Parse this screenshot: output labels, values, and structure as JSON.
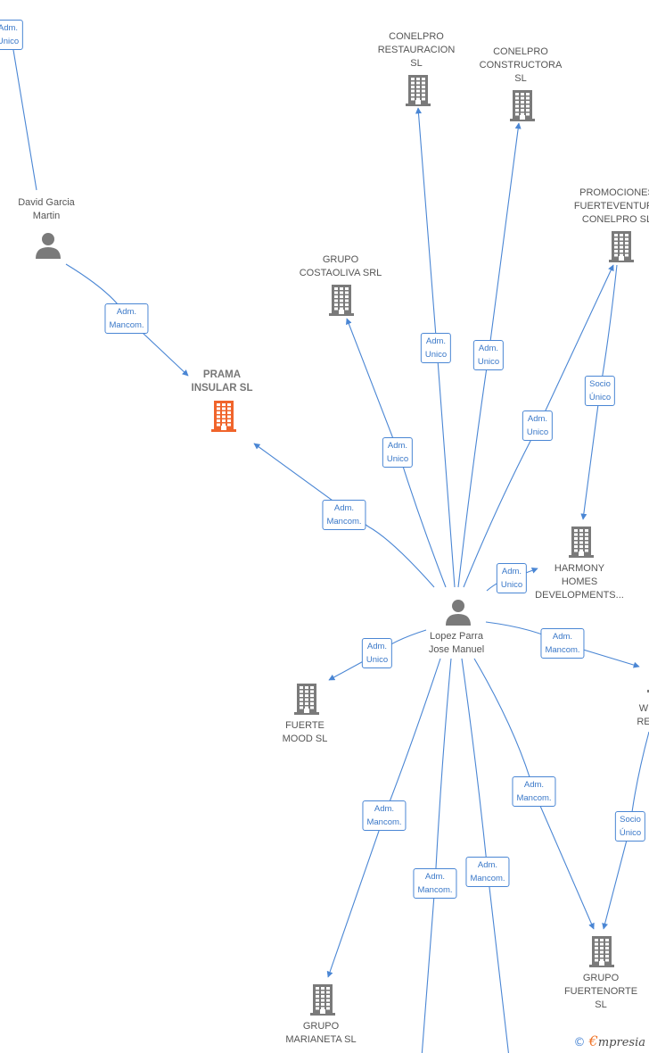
{
  "colors": {
    "edge": "#4a86d4",
    "company": "#7a7a7a",
    "focus": "#f0642b",
    "person": "#7a7a7a",
    "text": "#555555"
  },
  "nodes": [
    {
      "id": "prama",
      "type": "company",
      "highlight": true,
      "label": [
        "PRAMA",
        "INSULAR  SL"
      ]
    },
    {
      "id": "david",
      "type": "person",
      "label": [
        "David Garcia",
        "Martin"
      ]
    },
    {
      "id": "lopez",
      "type": "person",
      "label": [
        "Lopez Parra",
        "Jose Manuel"
      ]
    },
    {
      "id": "restauracion",
      "type": "company",
      "label": [
        "CONELPRO",
        "RESTAURACION",
        "SL"
      ]
    },
    {
      "id": "constructora",
      "type": "company",
      "label": [
        "CONELPRO",
        "CONSTRUCTORA",
        "SL"
      ]
    },
    {
      "id": "promociones",
      "type": "company",
      "label": [
        "PROMOCIONES",
        "FUERTEVENTURA",
        "CONELPRO  SL"
      ]
    },
    {
      "id": "costaoliva",
      "type": "company",
      "label": [
        "GRUPO",
        "COSTAOLIVA SRL"
      ]
    },
    {
      "id": "harmony",
      "type": "company",
      "label": [
        "HARMONY",
        "HOMES",
        "DEVELOPMENTS..."
      ]
    },
    {
      "id": "fuertemood",
      "type": "company",
      "label": [
        "FUERTE",
        "MOOD  SL"
      ]
    },
    {
      "id": "wre",
      "type": "company",
      "label": [
        "W",
        "RE"
      ]
    },
    {
      "id": "fuertenorte",
      "type": "company",
      "label": [
        "GRUPO",
        "FUERTENORTE",
        "SL"
      ]
    },
    {
      "id": "marianeta",
      "type": "company",
      "label": [
        "GRUPO",
        "MARIANETA  SL"
      ]
    }
  ],
  "edges": [
    {
      "id": "e-top-david",
      "label": [
        "Adm.",
        "Unico"
      ]
    },
    {
      "id": "e-david-prama",
      "label": [
        "Adm.",
        "Mancom."
      ]
    },
    {
      "id": "e-lopez-prama",
      "label": [
        "Adm.",
        "Mancom."
      ]
    },
    {
      "id": "e-lopez-costaoliva",
      "label": [
        "Adm.",
        "Unico"
      ]
    },
    {
      "id": "e-lopez-restauracion",
      "label": [
        "Adm.",
        "Unico"
      ]
    },
    {
      "id": "e-lopez-constructora",
      "label": [
        "Adm.",
        "Unico"
      ]
    },
    {
      "id": "e-lopez-promociones",
      "label": [
        "Adm.",
        "Unico"
      ]
    },
    {
      "id": "e-promociones-harmony",
      "label": [
        "Socio",
        "Único"
      ]
    },
    {
      "id": "e-lopez-harmony",
      "label": [
        "Adm.",
        "Unico"
      ]
    },
    {
      "id": "e-lopez-fuertemood",
      "label": [
        "Adm.",
        "Unico"
      ]
    },
    {
      "id": "e-lopez-wre",
      "label": [
        "Adm.",
        "Mancom."
      ]
    },
    {
      "id": "e-lopez-marianeta",
      "label": [
        "Adm.",
        "Mancom."
      ]
    },
    {
      "id": "e-lopez-bottom1",
      "label": [
        "Adm.",
        "Mancom."
      ]
    },
    {
      "id": "e-lopez-bottom2",
      "label": [
        "Adm.",
        "Mancom."
      ]
    },
    {
      "id": "e-lopez-fuertenorte",
      "label": [
        "Adm.",
        "Mancom."
      ]
    },
    {
      "id": "e-wre-fuertenorte",
      "label": [
        "Socio",
        "Único"
      ]
    }
  ],
  "brand": {
    "copyright": "©",
    "initial": "€",
    "name": "mpresia"
  }
}
